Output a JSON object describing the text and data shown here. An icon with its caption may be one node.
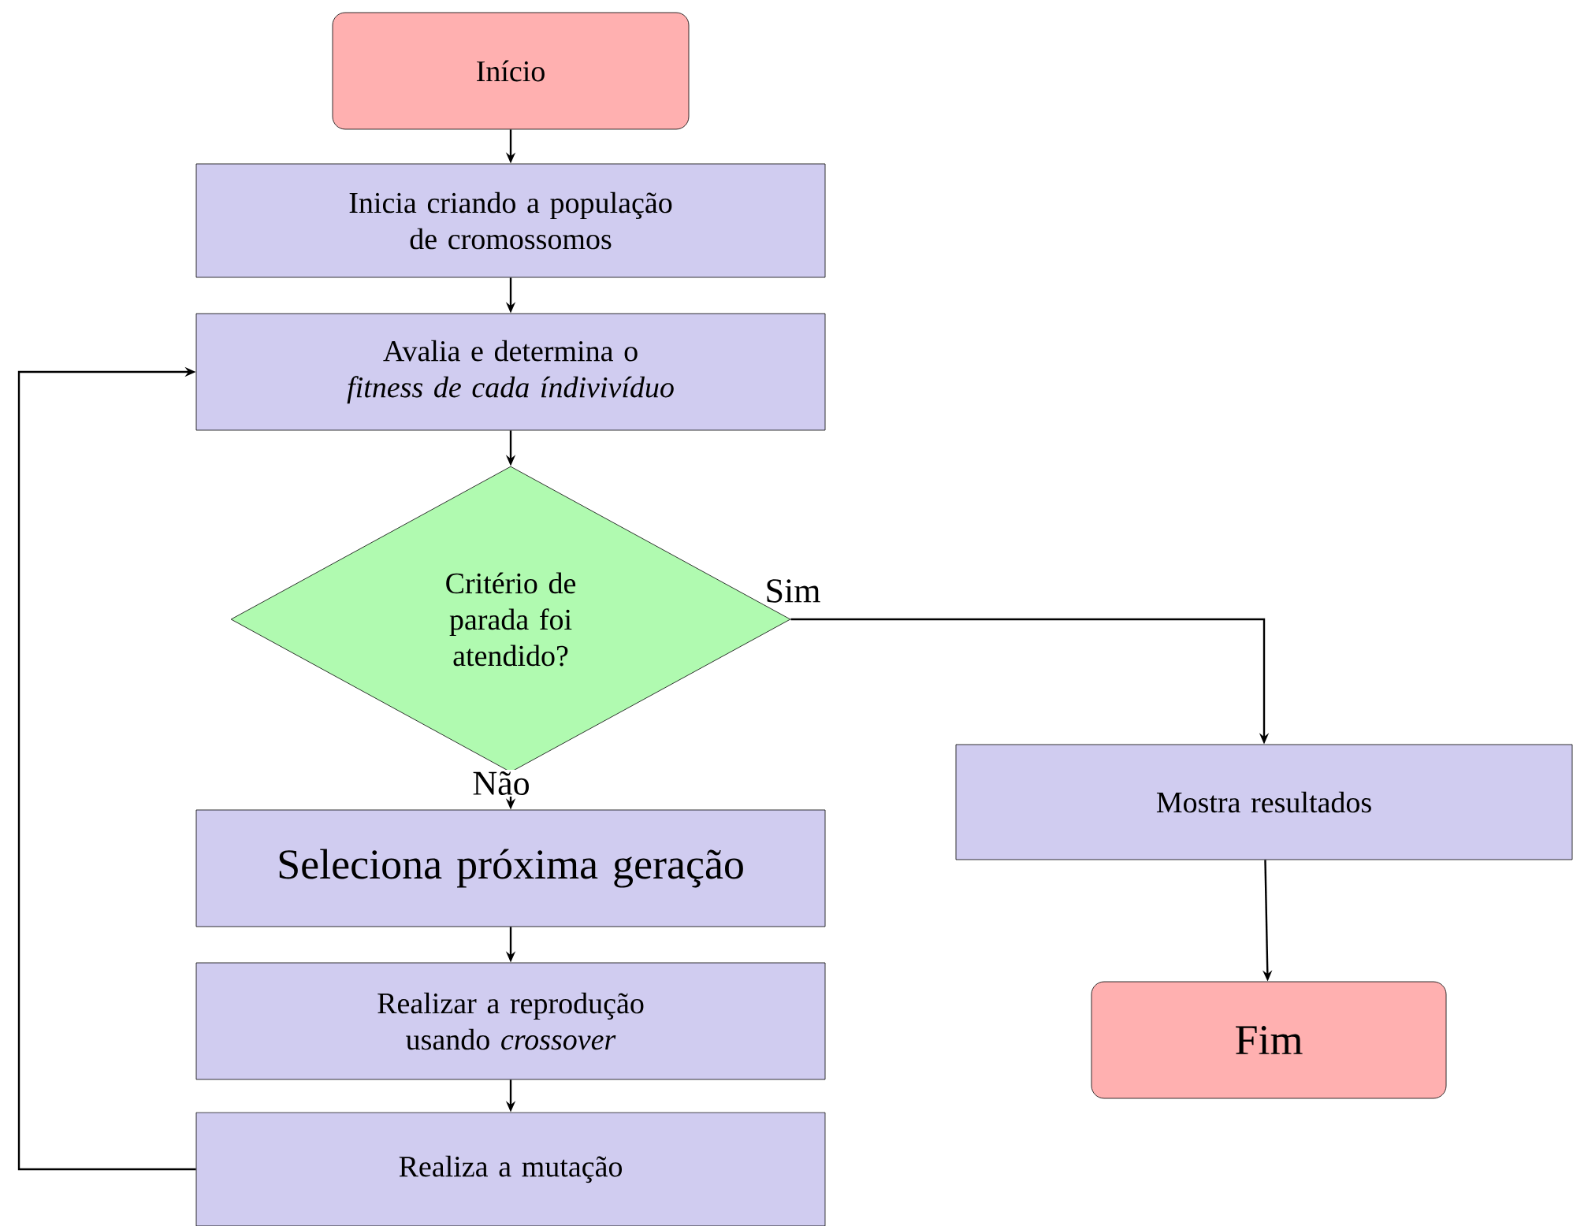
{
  "diagram": {
    "nodes": [
      {
        "text": [
          "Início"
        ]
      },
      {
        "text": [
          "Inicia criando a população de cromossomos"
        ]
      },
      {
        "text": [
          "Avalia e determina o *fitness de cada índivivíduo*"
        ]
      },
      {
        "text": [
          "Critério de parada foi atendido?"
        ]
      },
      {
        "text": [
          "Seleciona próxima geração"
        ]
      },
      {
        "text": [
          "Realizar a reprodução usando *crossover*"
        ]
      },
      {
        "text": [
          "Realiza a mutação"
        ]
      },
      {
        "text": [
          "Mostra resultados"
        ]
      },
      {
        "text": [
          "Fim"
        ]
      }
    ],
    "edges": [
      {
        "from": 0,
        "to": 1,
        "arrow": "to"
      },
      {
        "from": 1,
        "to": 2,
        "arrow": "to"
      },
      {
        "from": 2,
        "to": 3,
        "arrow": "to"
      },
      {
        "from": 3,
        "to": 4,
        "arrow": "to",
        "label": "Não"
      },
      {
        "from": 4,
        "to": 5,
        "arrow": "to"
      },
      {
        "from": 5,
        "to": 6,
        "arrow": "to"
      },
      {
        "from": 6,
        "to": 2,
        "arrow": "to"
      },
      {
        "from": 3,
        "to": 7,
        "arrow": "to",
        "label": "Sim"
      },
      {
        "from": 7,
        "to": 8,
        "arrow": "to"
      }
    ]
  }
}
